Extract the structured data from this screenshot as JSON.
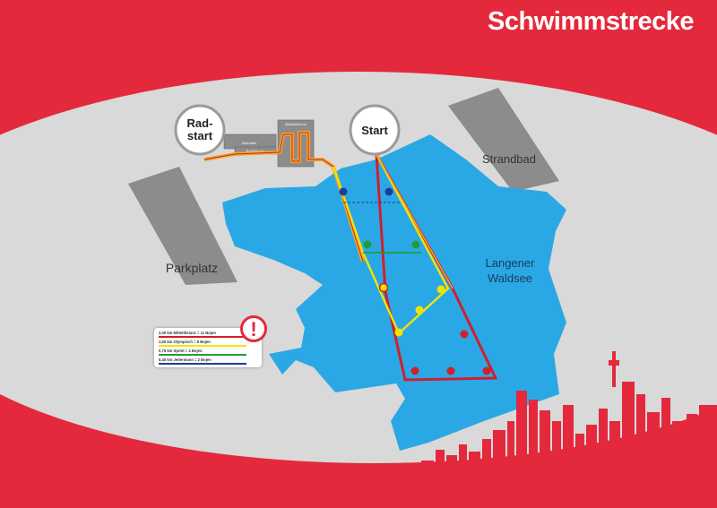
{
  "title": "Schwimmstrecke",
  "markers": {
    "rad_start": [
      "Rad-",
      "start"
    ],
    "start": "Start"
  },
  "areas": {
    "parkplatz": "Parkplatz",
    "strandbad": "Strandbad",
    "lake": [
      "Langener",
      "Waldsee"
    ],
    "bridge_labels": [
      "Zeitmatte",
      "Radständer",
      "Wechselzone"
    ]
  },
  "legend": {
    "items": [
      {
        "label": "2,00 km Mitteldistanz = 11 Bojen",
        "color": "#cf1f2d"
      },
      {
        "label": "1,50 km Olympisch = 8 Bojen",
        "color": "#f2e400"
      },
      {
        "label": "0,75 km Sprint = 4 Bojen",
        "color": "#1f9c3a"
      },
      {
        "label": "0,40 km Jedermann = 2 Bojen",
        "color": "#1f3c9c"
      }
    ],
    "warning_symbol": "!"
  },
  "colors": {
    "background_red": "#e3293b",
    "land_gray": "#d9d9d9",
    "building_gray": "#8c8c8c",
    "lake_blue": "#2aa8e6",
    "route_orange": "#f5a623",
    "buoy_red": "#d0202e",
    "buoy_yellow": "#f2e400",
    "buoy_green": "#1f9c3a",
    "buoy_blue": "#1f3c9c"
  }
}
